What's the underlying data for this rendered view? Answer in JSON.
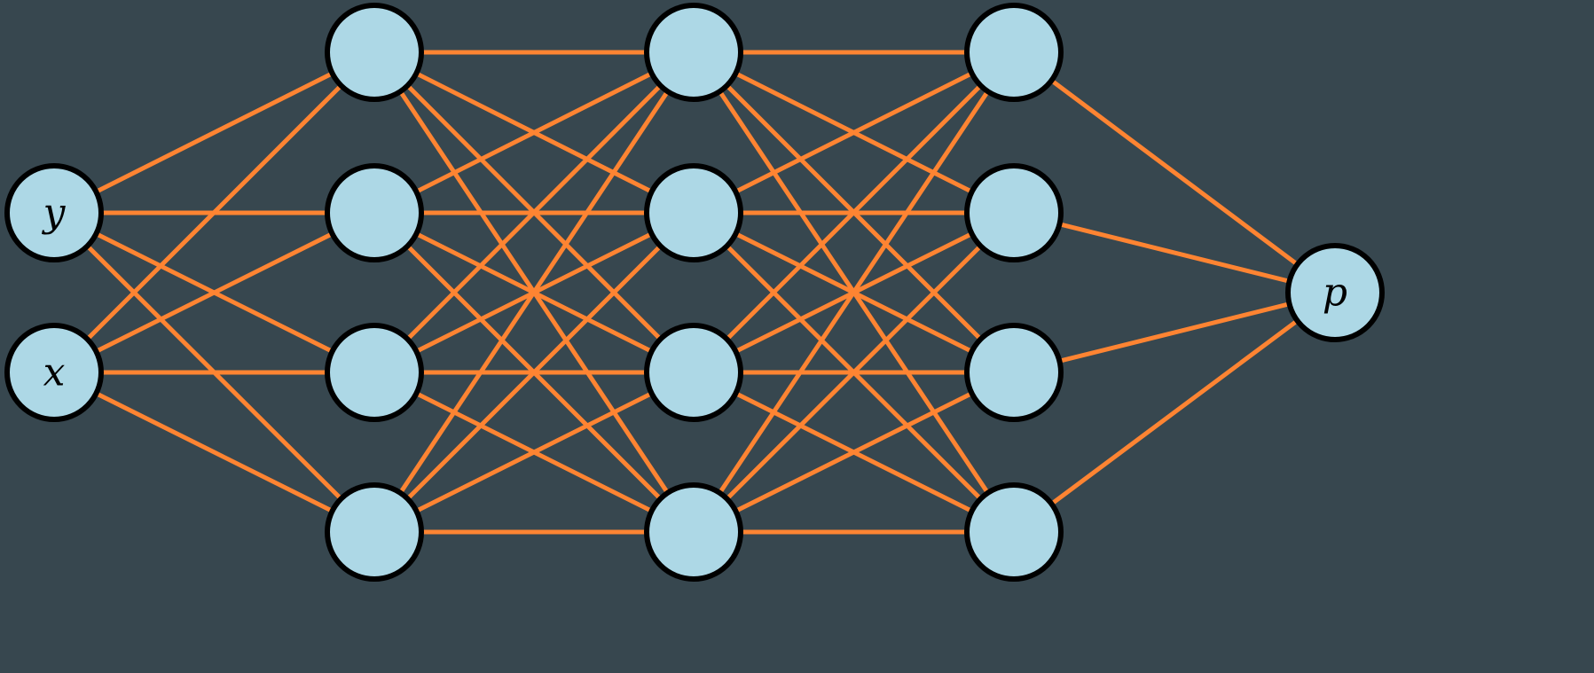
{
  "diagram": {
    "background": "#37474f",
    "edge_color": "#fe8432",
    "node_fill": "#add8e6",
    "node_stroke": "#000000",
    "layers": [
      {
        "name": "input",
        "nodes": [
          {
            "label": "y"
          },
          {
            "label": "x"
          }
        ]
      },
      {
        "name": "hidden-1",
        "nodes": [
          {
            "label": ""
          },
          {
            "label": ""
          },
          {
            "label": ""
          },
          {
            "label": ""
          }
        ]
      },
      {
        "name": "hidden-2",
        "nodes": [
          {
            "label": ""
          },
          {
            "label": ""
          },
          {
            "label": ""
          },
          {
            "label": ""
          }
        ]
      },
      {
        "name": "hidden-3",
        "nodes": [
          {
            "label": ""
          },
          {
            "label": ""
          },
          {
            "label": ""
          },
          {
            "label": ""
          }
        ]
      },
      {
        "name": "output",
        "nodes": [
          {
            "label": "p"
          }
        ]
      }
    ],
    "connectivity": "fully-connected"
  }
}
